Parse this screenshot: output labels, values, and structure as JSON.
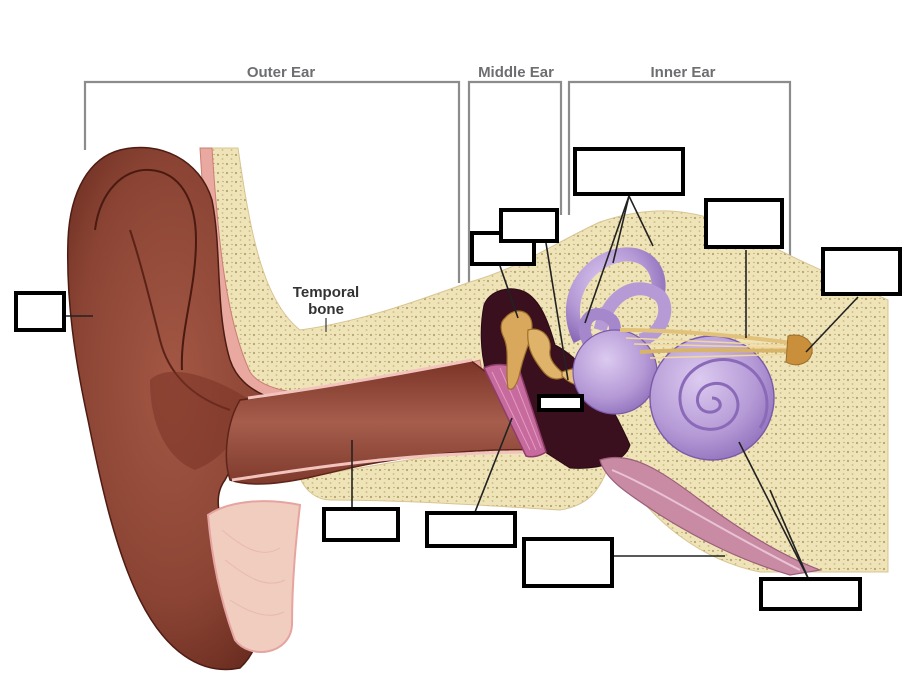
{
  "regions": {
    "outer": "Outer Ear",
    "middle": "Middle Ear",
    "inner": "Inner Ear"
  },
  "bone_label": {
    "line1": "Temporal",
    "line2": "bone"
  },
  "blank_boxes": [
    {
      "id": "auricle"
    },
    {
      "id": "ear-canal"
    },
    {
      "id": "eardrum"
    },
    {
      "id": "malleus"
    },
    {
      "id": "incus"
    },
    {
      "id": "stapes"
    },
    {
      "id": "semicircular-canals"
    },
    {
      "id": "vestibular-nerve"
    },
    {
      "id": "cochlear-nerve"
    },
    {
      "id": "eustachian-tube"
    },
    {
      "id": "cochlea"
    }
  ],
  "colors": {
    "skin": "#8b4434",
    "skin_dark": "#5a2218",
    "canal": "#a0594a",
    "bone": "#efe3b8",
    "bone_texture": "#b7a46e",
    "cartilage_pink": "#f2c4bd",
    "labyrinth": "#b59ad6",
    "labyrinth_dark": "#8a6ab8",
    "tympanic": "#c76a9e",
    "cavity": "#3a0f1e",
    "ossicle": "#d9a85c",
    "nerve": "#e2c27a",
    "tube": "#c98aa4"
  }
}
